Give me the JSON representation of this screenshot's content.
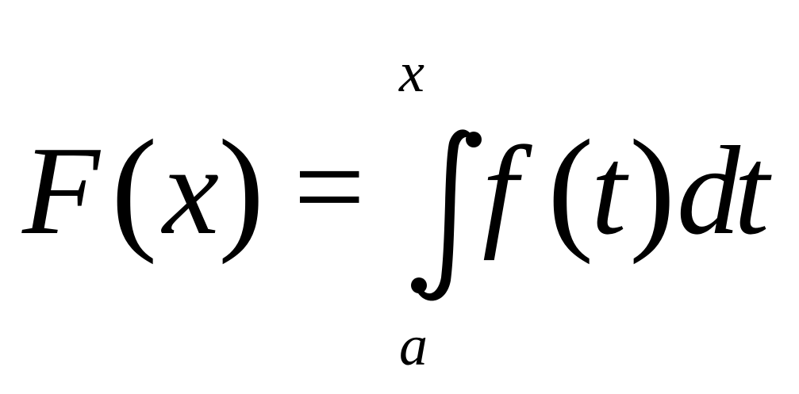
{
  "formula": {
    "lhs_function": "F",
    "lhs_open_paren": "(",
    "lhs_variable": "x",
    "lhs_close_paren": ")",
    "equals": "=",
    "integral_icon": "integral-sign",
    "upper_limit": "x",
    "lower_limit": "a",
    "integrand_function": "f",
    "integrand_open_paren": "(",
    "integrand_variable": "t",
    "integrand_close_paren": ")",
    "differential_d": "d",
    "differential_variable": "t"
  }
}
